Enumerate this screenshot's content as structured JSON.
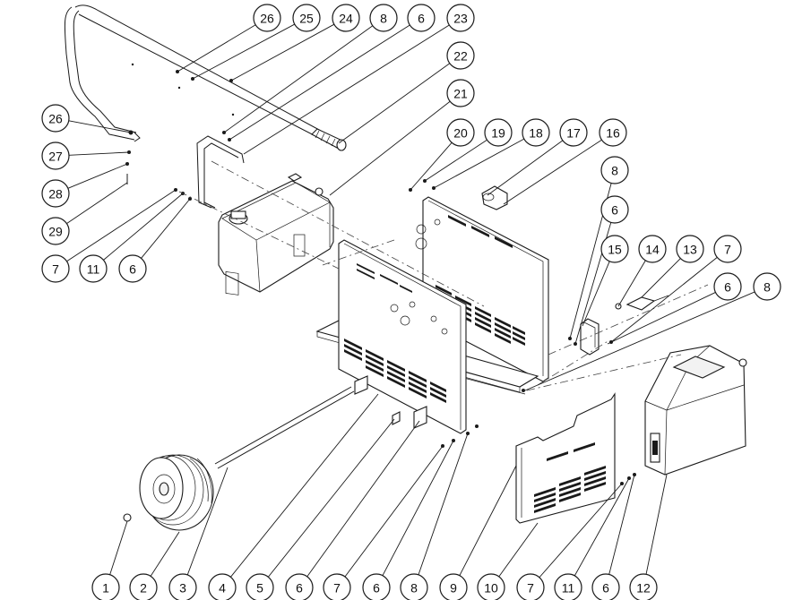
{
  "callouts": [
    {
      "label": "26"
    },
    {
      "label": "25"
    },
    {
      "label": "24"
    },
    {
      "label": "8"
    },
    {
      "label": "6"
    },
    {
      "label": "23"
    },
    {
      "label": "22"
    },
    {
      "label": "21"
    },
    {
      "label": "26"
    },
    {
      "label": "27"
    },
    {
      "label": "28"
    },
    {
      "label": "29"
    },
    {
      "label": "7"
    },
    {
      "label": "11"
    },
    {
      "label": "6"
    },
    {
      "label": "20"
    },
    {
      "label": "19"
    },
    {
      "label": "18"
    },
    {
      "label": "17"
    },
    {
      "label": "16"
    },
    {
      "label": "8"
    },
    {
      "label": "6"
    },
    {
      "label": "15"
    },
    {
      "label": "14"
    },
    {
      "label": "13"
    },
    {
      "label": "7"
    },
    {
      "label": "6"
    },
    {
      "label": "8"
    },
    {
      "label": "1"
    },
    {
      "label": "2"
    },
    {
      "label": "3"
    },
    {
      "label": "4"
    },
    {
      "label": "5"
    },
    {
      "label": "6"
    },
    {
      "label": "7"
    },
    {
      "label": "6"
    },
    {
      "label": "8"
    },
    {
      "label": "9"
    },
    {
      "label": "10"
    },
    {
      "label": "7"
    },
    {
      "label": "11"
    },
    {
      "label": "6"
    },
    {
      "label": "12"
    }
  ]
}
